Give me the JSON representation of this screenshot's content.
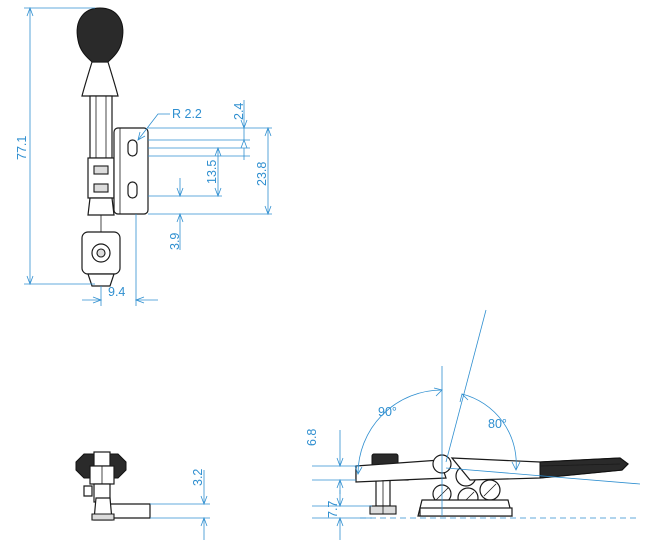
{
  "dimensions": {
    "overall_height": "77.1",
    "radius": "R 2.2",
    "top_offset": "2.4",
    "slot_spacing": "13.5",
    "bracket_height": "23.8",
    "bottom_offset": "3.9",
    "bracket_depth": "9.4",
    "foot_height": "3.2",
    "upper_height": "6.8",
    "base_height": "7.7",
    "open_angle": "90°",
    "handle_angle": "80°"
  },
  "colors": {
    "dimension": "#2f8fd0",
    "outline": "#1a1a1a"
  }
}
